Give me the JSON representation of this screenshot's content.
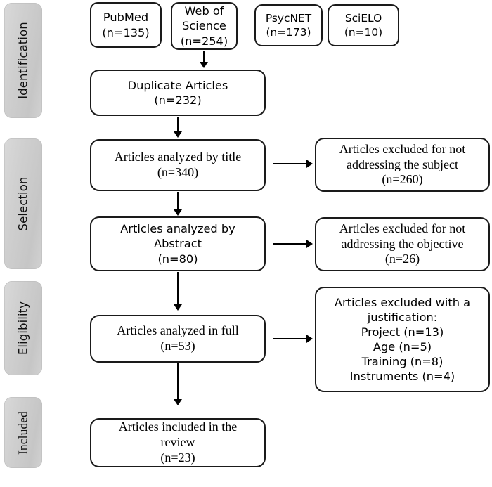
{
  "diagram": {
    "title": "PRISMA study selection flow diagram",
    "background_color": "#ffffff",
    "line_color": "#000000",
    "stage_bar_color": "#cfcfcf"
  },
  "stages": [
    {
      "label": "Identification"
    },
    {
      "label": "Selection"
    },
    {
      "label": "Eligibility"
    },
    {
      "label": "Included"
    }
  ],
  "sources": [
    {
      "name": "PubMed",
      "count": "(n=135)"
    },
    {
      "name": "Web of",
      "name2": "Science",
      "count": "(n=254)"
    },
    {
      "name": "PsycNET",
      "count": "(n=173)"
    },
    {
      "name": "SciELO",
      "count": "(n=10)"
    }
  ],
  "boxes": {
    "duplicates": {
      "line1": "Duplicate Articles",
      "line2": "(n=232)"
    },
    "title_screen": {
      "line1": "Articles analyzed by title",
      "line2": "(n=340)"
    },
    "title_excluded": {
      "line1": "Articles excluded for not",
      "line2": "addressing the subject",
      "line3": "(n=260)"
    },
    "abstract_screen": {
      "line1": "Articles analyzed by",
      "line2": "Abstract",
      "line3": "(n=80)"
    },
    "abstract_excluded": {
      "line1": "Articles excluded for not",
      "line2": "addressing the objective",
      "line3": "(n=26)"
    },
    "fulltext_screen": {
      "line1": "Articles analyzed in full",
      "line2": "(n=53)"
    },
    "fulltext_excluded": {
      "line1": "Articles excluded with a",
      "line2": "justification:",
      "line3": "Project (n=13)",
      "line4": "Age (n=5)",
      "line5": "Training (n=8)",
      "line6": "Instruments (n=4)"
    },
    "included": {
      "line1": "Articles included in the",
      "line2": "review",
      "line3": "(n=23)"
    }
  }
}
